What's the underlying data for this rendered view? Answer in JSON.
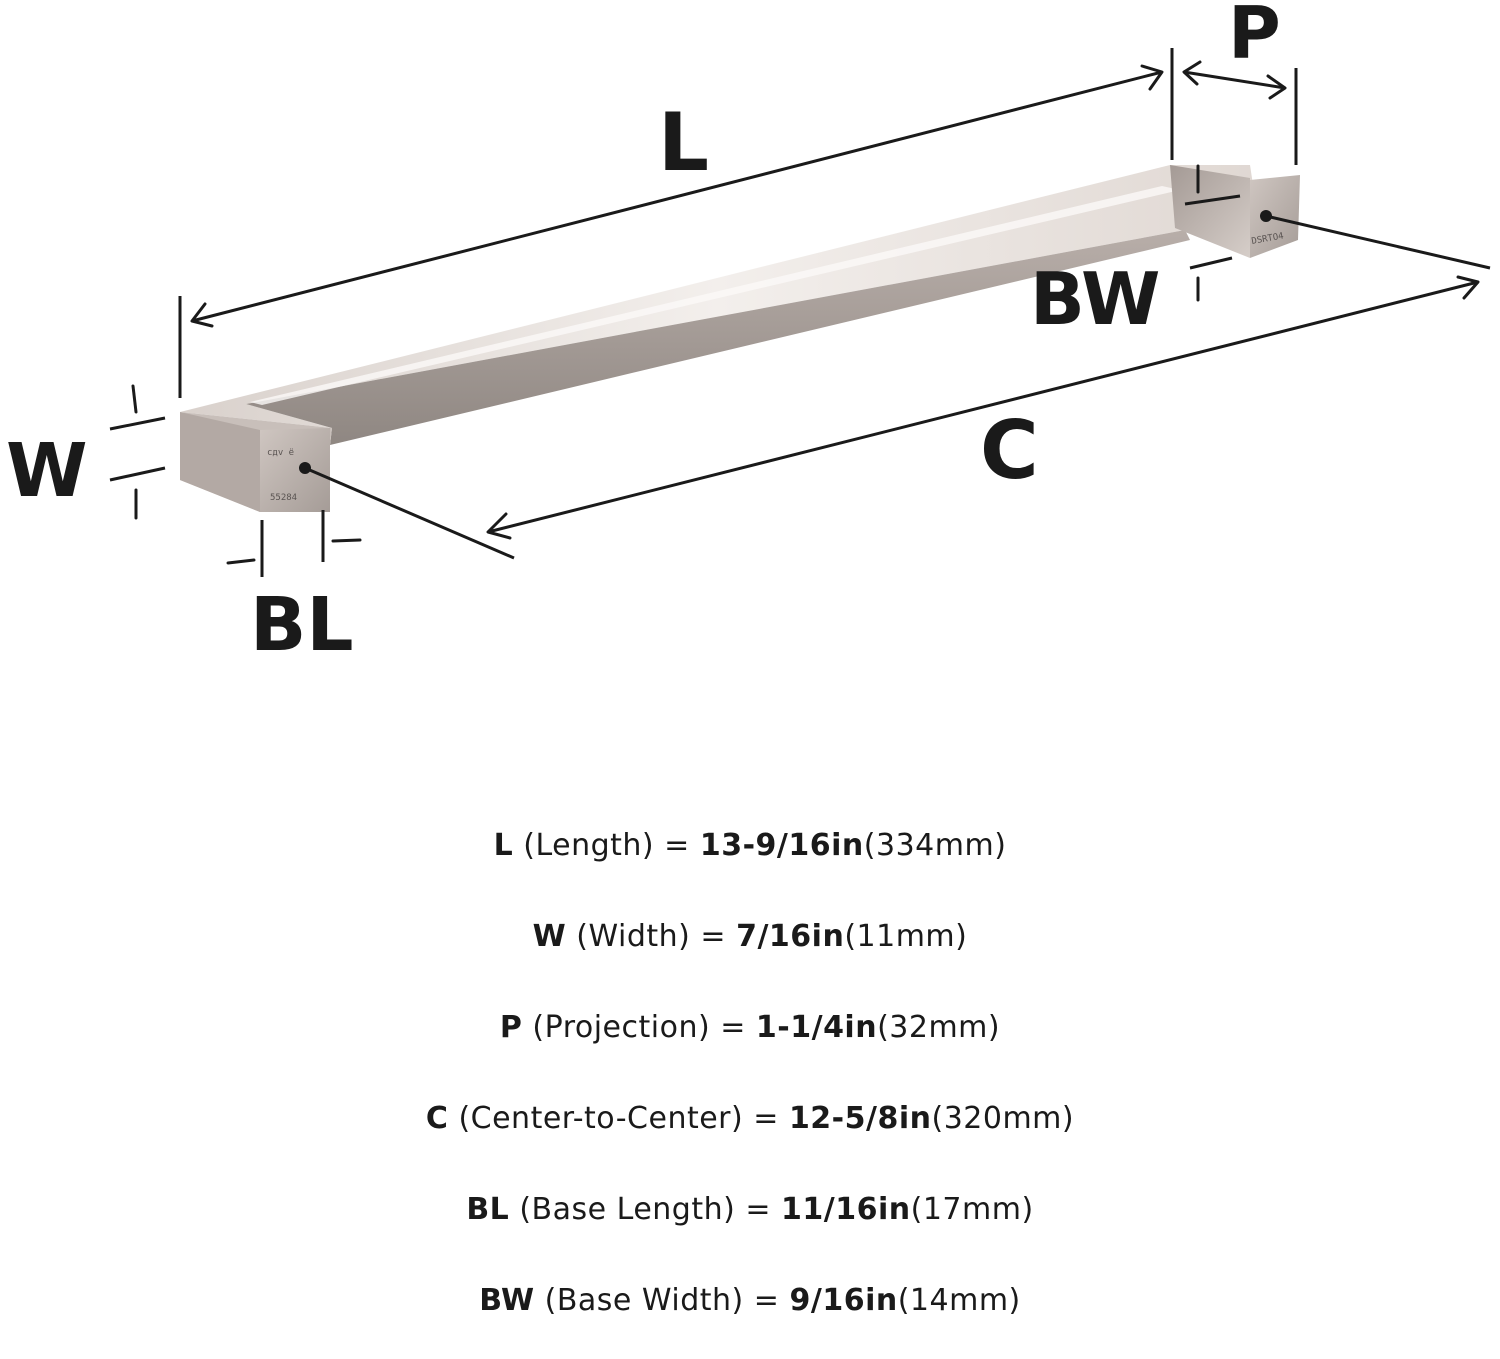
{
  "diagram": {
    "labels": {
      "L": "L",
      "P": "P",
      "BW": "BW",
      "C": "C",
      "W": "W",
      "BL": "BL"
    },
    "emboss": {
      "left_top": "cдv ё",
      "left_bottom": "55284",
      "right": "DSRTO4"
    },
    "colors": {
      "metal_light": "#ebe5e1",
      "metal_mid": "#c9c0bb",
      "metal_dark": "#8f8782",
      "line": "#1a1a1a"
    }
  },
  "specs": [
    {
      "key": "L",
      "name": "(Length) =",
      "value": "13-9/16in",
      "metric": "(334mm)"
    },
    {
      "key": "W",
      "name": "(Width) =",
      "value": "7/16in",
      "metric": "(11mm)"
    },
    {
      "key": "P",
      "name": "(Projection) =",
      "value": "1-1/4in",
      "metric": "(32mm)"
    },
    {
      "key": "C",
      "name": "(Center-to-Center) =",
      "value": "12-5/8in",
      "metric": "(320mm)"
    },
    {
      "key": "BL",
      "name": "(Base Length) =",
      "value": "11/16in",
      "metric": "(17mm)"
    },
    {
      "key": "BW",
      "name": "(Base Width) =",
      "value": "9/16in",
      "metric": "(14mm)"
    }
  ]
}
